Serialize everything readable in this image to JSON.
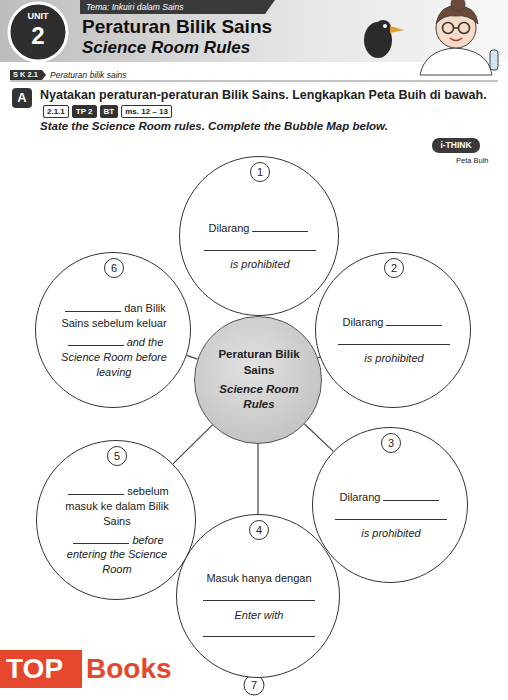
{
  "diagram": {
    "title": "Peraturan Bilik Sains",
    "nodes": [
      {
        "text": [
          "Peraturan Bilik Sains",
          "Science Room Rules"
        ]
      },
      {
        "text": [
          "1",
          "Dilarang",
          "is prohibited"
        ]
      },
      {
        "text": [
          "2",
          "Dilarang",
          "is prohibited"
        ]
      },
      {
        "text": [
          "3",
          "Dilarang",
          "is prohibited"
        ]
      },
      {
        "text": [
          "4",
          "Masuk hanya dengan",
          "Enter with"
        ]
      },
      {
        "text": [
          "5",
          "sebelum masuk ke dalam Bilik Sains",
          "before entering the Science Room"
        ]
      },
      {
        "text": [
          "6",
          "dan Bilik Sains sebelum keluar",
          "and the Science Room before leaving"
        ]
      }
    ],
    "edges": [
      {
        "from": 0,
        "to": 1,
        "arrow": "none"
      },
      {
        "from": 0,
        "to": 2,
        "arrow": "none"
      },
      {
        "from": 0,
        "to": 3,
        "arrow": "none"
      },
      {
        "from": 0,
        "to": 4,
        "arrow": "none"
      },
      {
        "from": 0,
        "to": 5,
        "arrow": "none"
      },
      {
        "from": 0,
        "to": 6,
        "arrow": "none"
      }
    ],
    "labels": [
      "UNIT",
      "2",
      "Tema: Inkuiri dalam Sains",
      "Science Room Rules",
      "S K 2.1",
      "Peraturan bilik sains",
      "A",
      "Nyatakan peraturan-peraturan Bilik Sains. Lengkapkan Peta Buih di bawah.",
      "2.1.1",
      "TP 2",
      "BT",
      "ms. 12 – 13",
      "State the Science Room rules. Complete the Bubble Map below.",
      "i-THINK",
      "Peta Buih",
      "7",
      "TOP",
      "Books"
    ]
  }
}
